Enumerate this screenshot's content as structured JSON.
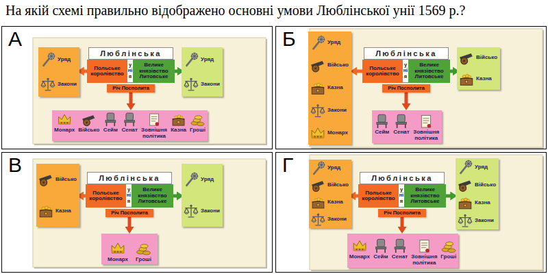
{
  "diagram": {
    "title": "На якій схемі правильно відображено основні умови Люблінської унії 1569 р.?",
    "nodes": [
      {
        "text": [
          "А"
        ]
      },
      {
        "text": [
          "Уряд",
          "Закони"
        ],
        "in": 0
      },
      {
        "text": [
          "Люблінська"
        ],
        "in": 0
      },
      {
        "text": [
          "унія"
        ],
        "in": 0
      },
      {
        "text": [
          "Польське королівство"
        ],
        "in": 0
      },
      {
        "text": [
          "Велике князівство Литовське"
        ],
        "in": 0
      },
      {
        "text": [
          "Уряд",
          "Закони"
        ],
        "in": 0
      },
      {
        "text": [
          "Річ Посполита"
        ],
        "in": 0
      },
      {
        "text": [
          "Монарх",
          "Військо",
          "Сейм",
          "Сенат",
          "Зовнішня політика",
          "Казна",
          "Гроші"
        ],
        "in": 0
      },
      {
        "text": [
          "Б"
        ]
      },
      {
        "text": [
          "Уряд",
          "Військо",
          "Казна",
          "Закони",
          "Монарх"
        ],
        "in": 9
      },
      {
        "text": [
          "Люблінська"
        ],
        "in": 9
      },
      {
        "text": [
          "унія"
        ],
        "in": 9
      },
      {
        "text": [
          "Польське королівство"
        ],
        "in": 9
      },
      {
        "text": [
          "Велике князівство Литовське"
        ],
        "in": 9
      },
      {
        "text": [
          "Військо",
          "Казна"
        ],
        "in": 9
      },
      {
        "text": [
          "Річ Посполита"
        ],
        "in": 9
      },
      {
        "text": [
          "Сейм",
          "Сенат",
          "Зовнішня політика"
        ],
        "in": 9
      },
      {
        "text": [
          "В"
        ]
      },
      {
        "text": [
          "Військо",
          "Казна"
        ],
        "in": 18
      },
      {
        "text": [
          "Люблінська"
        ],
        "in": 18
      },
      {
        "text": [
          "унія"
        ],
        "in": 18
      },
      {
        "text": [
          "Польське королівство"
        ],
        "in": 18
      },
      {
        "text": [
          "Велике князівство Литовське"
        ],
        "in": 18
      },
      {
        "text": [
          "Уряд",
          "Закони"
        ],
        "in": 18
      },
      {
        "text": [
          "Річ Посполита"
        ],
        "in": 18
      },
      {
        "text": [
          "Монарх",
          "Гроші"
        ],
        "in": 18
      },
      {
        "text": [
          "Г"
        ]
      },
      {
        "text": [
          "Уряд",
          "Військо",
          "Казна",
          "Закони"
        ],
        "in": 27
      },
      {
        "text": [
          "Люблінська"
        ],
        "in": 27
      },
      {
        "text": [
          "унія"
        ],
        "in": 27
      },
      {
        "text": [
          "Польське королівство"
        ],
        "in": 27
      },
      {
        "text": [
          "Велике князівство Литовське"
        ],
        "in": 27
      },
      {
        "text": [
          "Уряд",
          "Військо",
          "Казна",
          "Закони"
        ],
        "in": 27
      },
      {
        "text": [
          "Річ Посполита"
        ],
        "in": 27
      },
      {
        "text": [
          "Монарх",
          "Сейм",
          "Сенат",
          "Зовнішня політика",
          "Гроші"
        ],
        "in": 27
      }
    ],
    "edges": [
      {
        "from": 4,
        "to": 1,
        "arrow": "to"
      },
      {
        "from": 5,
        "to": 6,
        "arrow": "to"
      },
      {
        "from": 7,
        "to": 8,
        "arrow": "to"
      },
      {
        "from": 13,
        "to": 10,
        "arrow": "to"
      },
      {
        "from": 14,
        "to": 15,
        "arrow": "to"
      },
      {
        "from": 16,
        "to": 17,
        "arrow": "to"
      },
      {
        "from": 22,
        "to": 19,
        "arrow": "to"
      },
      {
        "from": 23,
        "to": 24,
        "arrow": "to"
      },
      {
        "from": 25,
        "to": 26,
        "arrow": "to"
      },
      {
        "from": 31,
        "to": 28,
        "arrow": "to"
      },
      {
        "from": 32,
        "to": 33,
        "arrow": "to"
      },
      {
        "from": 34,
        "to": 35,
        "arrow": "to"
      }
    ]
  }
}
